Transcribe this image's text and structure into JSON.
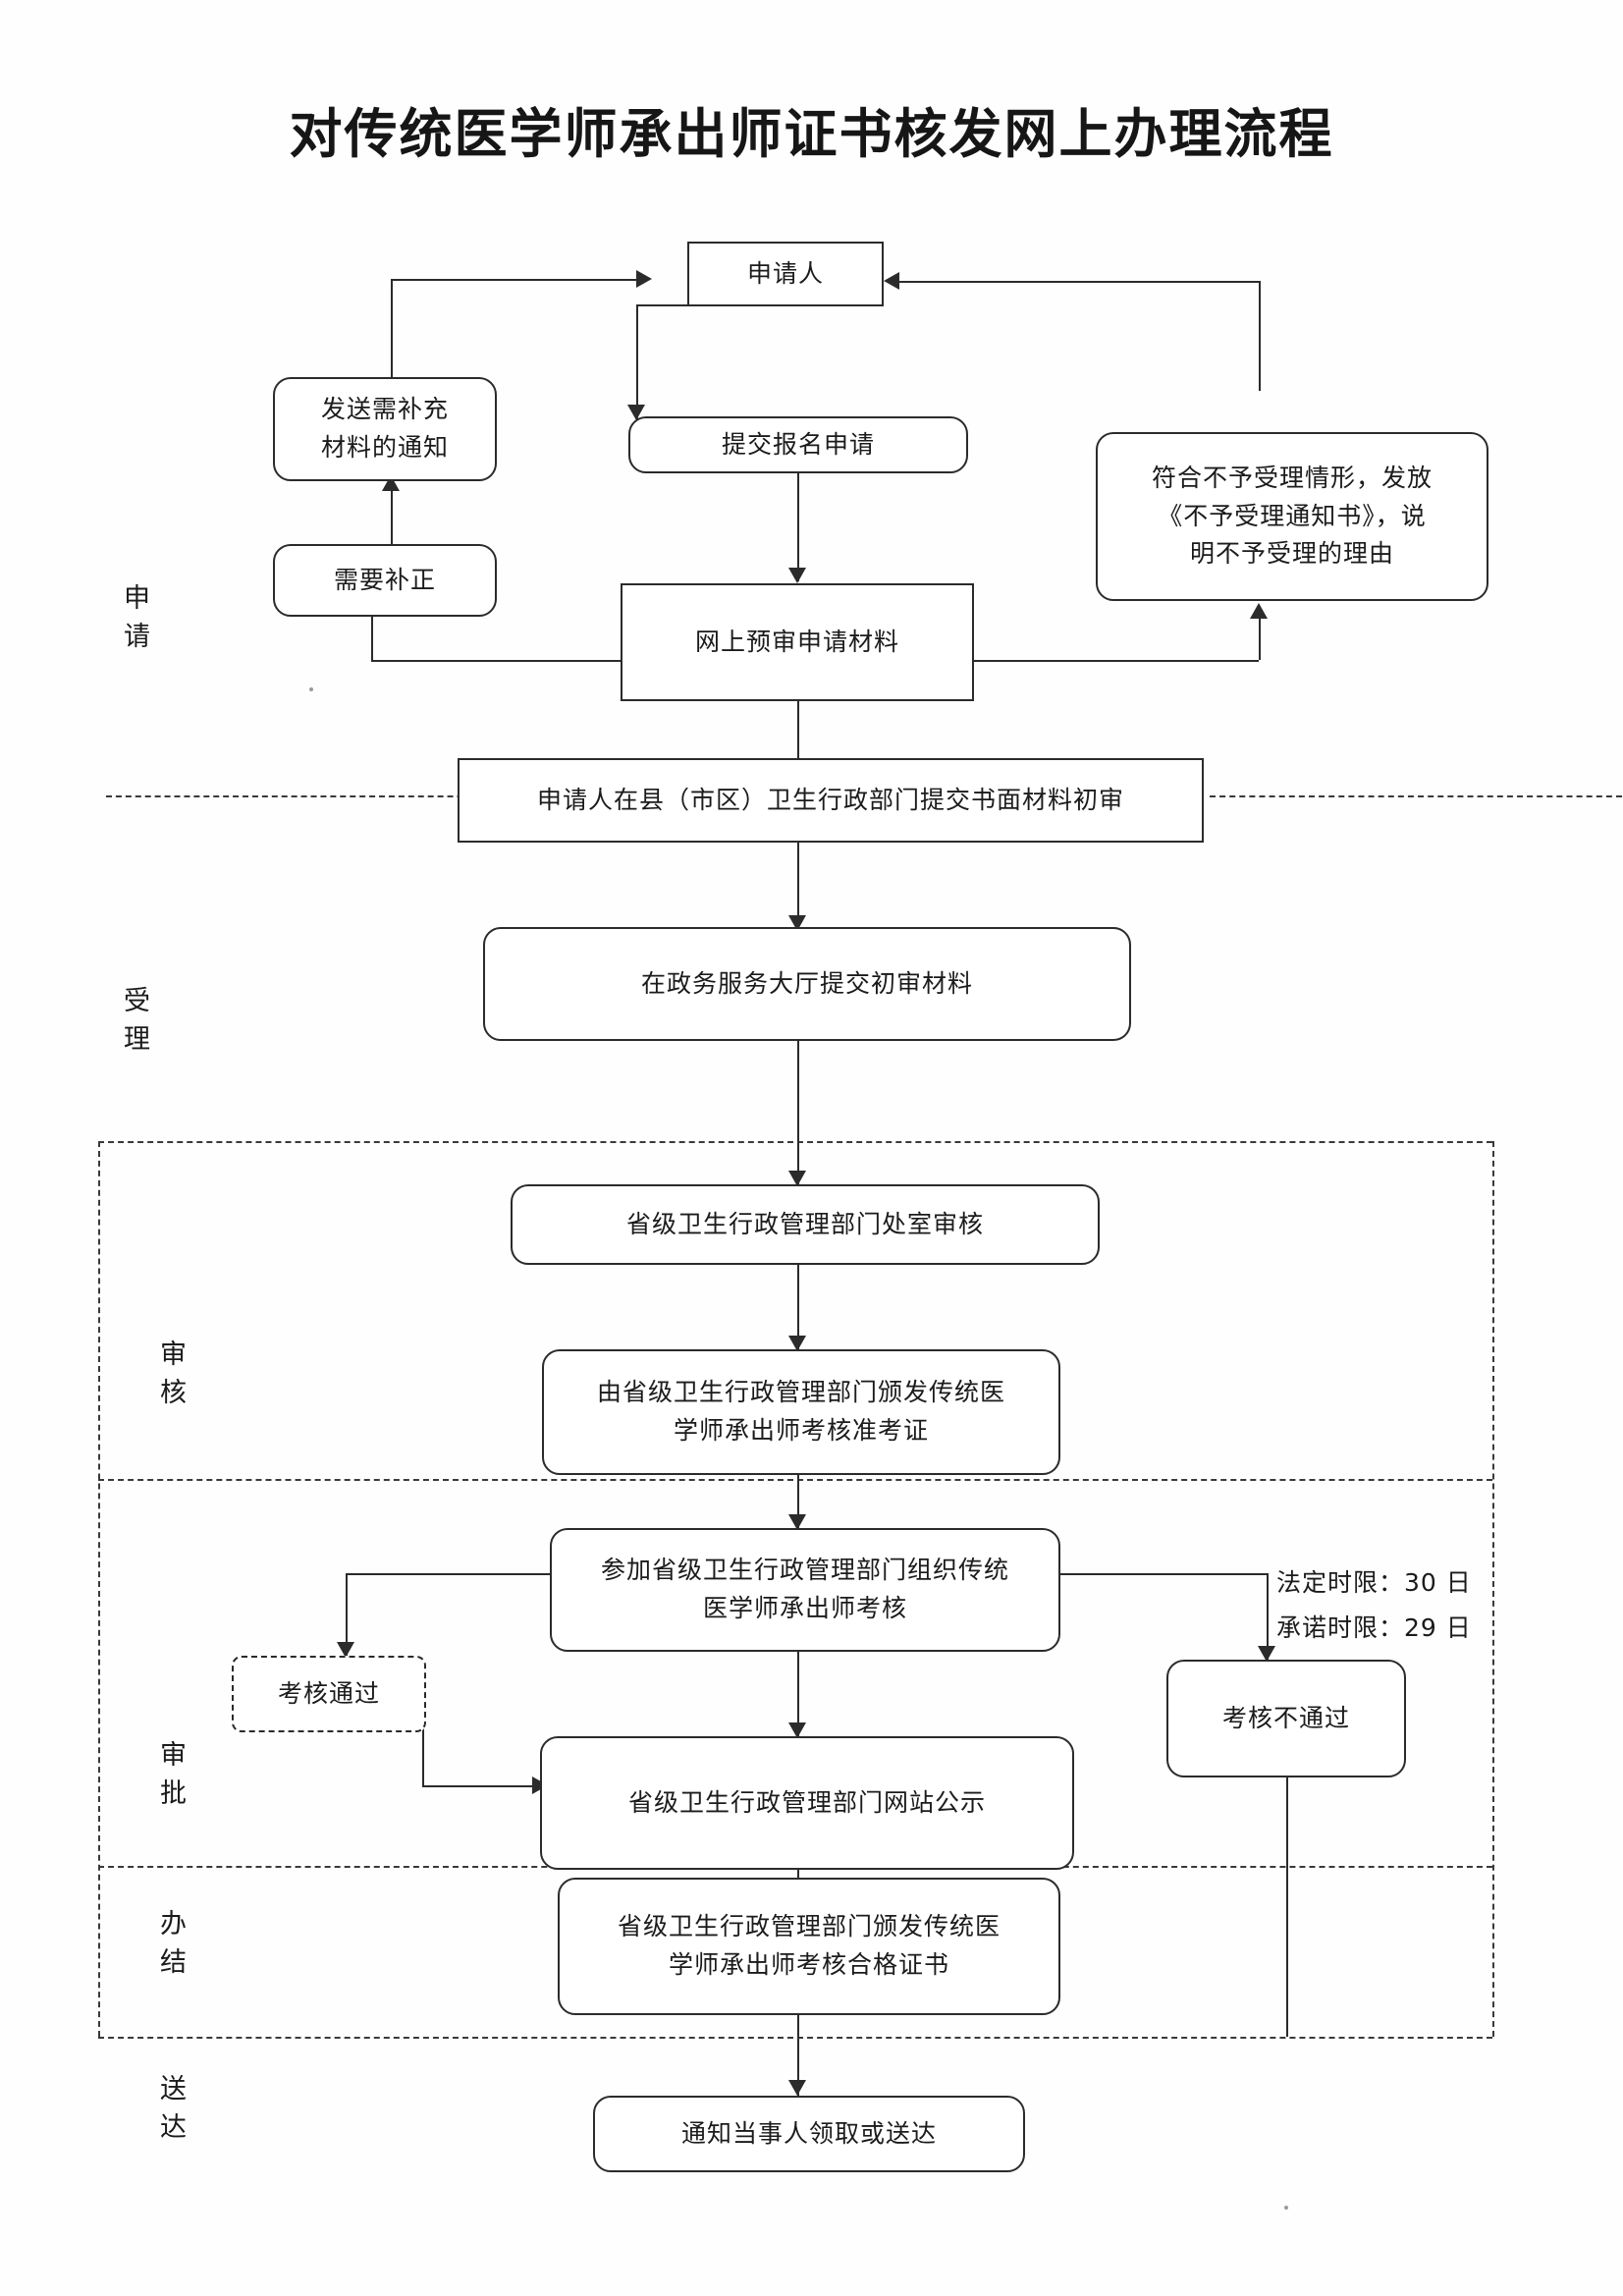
{
  "document": {
    "title": "对传统医学师承出师证书核发网上办理流程"
  },
  "stages": [
    {
      "id": "apply",
      "label": "申请",
      "chars": [
        "申",
        "请"
      ]
    },
    {
      "id": "accept",
      "label": "受理",
      "chars": [
        "受",
        "理"
      ]
    },
    {
      "id": "review",
      "label": "审核",
      "chars": [
        "审",
        "核"
      ]
    },
    {
      "id": "approve",
      "label": "审批",
      "chars": [
        "审",
        "批"
      ]
    },
    {
      "id": "close",
      "label": "办结",
      "chars": [
        "办",
        "结"
      ]
    },
    {
      "id": "deliver",
      "label": "送达",
      "chars": [
        "送",
        "达"
      ]
    }
  ],
  "nodes": {
    "applicant": {
      "text": "申请人"
    },
    "supplement_notice": {
      "line1": "发送需补充",
      "line2": "材料的通知"
    },
    "need_correction": {
      "text": "需要补正"
    },
    "submit_application": {
      "text": "提交报名申请"
    },
    "online_prereview": {
      "text": "网上预审申请材料"
    },
    "reject_notice": {
      "line1": "符合不予受理情形，发放",
      "line2": "《不予受理通知书》，说",
      "line3": "明不予受理的理由"
    },
    "county_paper_review": {
      "text": "申请人在县（市区）卫生行政部门提交书面材料初审"
    },
    "hall_submit": {
      "text": "在政务服务大厅提交初审材料"
    },
    "province_dept_review": {
      "text": "省级卫生行政管理部门处室审核"
    },
    "issue_admit_card": {
      "line1": "由省级卫生行政管理部门颁发传统医",
      "line2": "学师承出师考核准考证"
    },
    "take_exam": {
      "line1": "参加省级卫生行政管理部门组织传统",
      "line2": "医学师承出师考核"
    },
    "exam_passed": {
      "text": "考核通过"
    },
    "exam_failed": {
      "text": "考核不通过"
    },
    "website_publicity": {
      "text": "省级卫生行政管理部门网站公示"
    },
    "issue_certificate": {
      "line1": "省级卫生行政管理部门颁发传统医",
      "line2": "学师承出师考核合格证书"
    },
    "notify_delivery": {
      "text": "通知当事人领取或送达"
    }
  },
  "annotations": {
    "statutory_limit": "法定时限：30 日",
    "promised_limit": "承诺时限：29 日"
  },
  "colors": {
    "ink": "#1b1b1b",
    "stroke": "#2b2b2b",
    "dashed": "#3a3a3a",
    "paper": "#fefefe"
  }
}
